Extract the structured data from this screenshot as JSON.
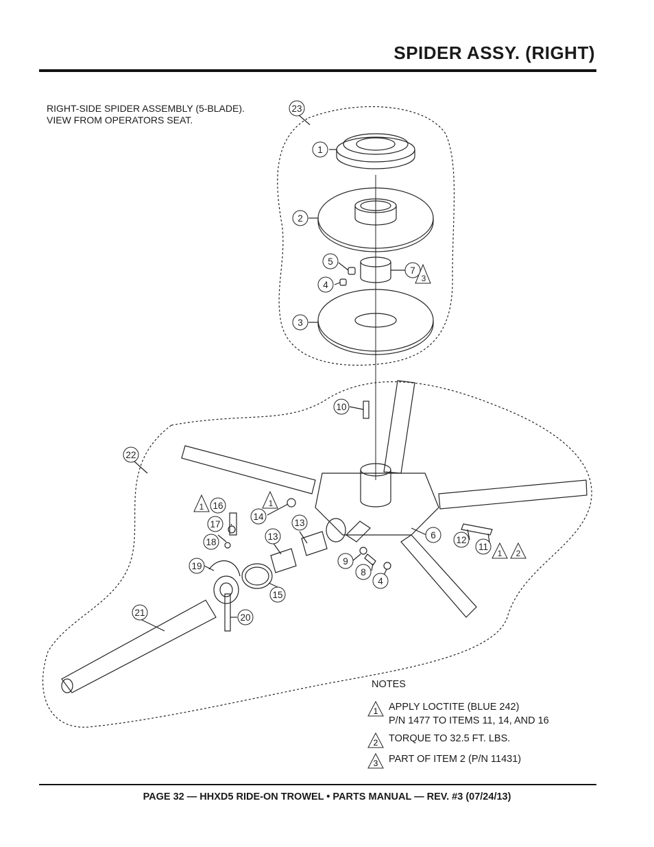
{
  "header": {
    "title": "SPIDER ASSY. (RIGHT)"
  },
  "caption": {
    "line1": "RIGHT-SIDE SPIDER ASSEMBLY (5-BLADE).",
    "line2": "VIEW FROM OPERATORS SEAT."
  },
  "callouts": {
    "c1": "1",
    "c2": "2",
    "c3": "3",
    "c4a": "4",
    "c4b": "4",
    "c5": "5",
    "c6": "6",
    "c7": "7",
    "c8": "8",
    "c9": "9",
    "c10": "10",
    "c11": "11",
    "c12": "12",
    "c13a": "13",
    "c13b": "13",
    "c14": "14",
    "c15": "15",
    "c16": "16",
    "c17": "17",
    "c18": "18",
    "c19": "19",
    "c20": "20",
    "c21": "21",
    "c22": "22",
    "c23": "23"
  },
  "note_flags": {
    "f7": "3",
    "f11a": "1",
    "f11b": "2",
    "f14": "1",
    "f16": "1"
  },
  "notes": {
    "title": "NOTES",
    "items": [
      {
        "marker": "1",
        "line1": "APPLY LOCTITE (BLUE 242)",
        "line2": "P/N 1477 TO ITEMS 11, 14, AND 16"
      },
      {
        "marker": "2",
        "line1": "TORQUE TO 32.5 FT. LBS.",
        "line2": ""
      },
      {
        "marker": "3",
        "line1": "PART OF ITEM 2 (P/N 11431)",
        "line2": ""
      }
    ]
  },
  "footer": {
    "text": "PAGE 32 — HHXD5 RIDE-ON TROWEL • PARTS MANUAL — REV. #3 (07/24/13)"
  }
}
